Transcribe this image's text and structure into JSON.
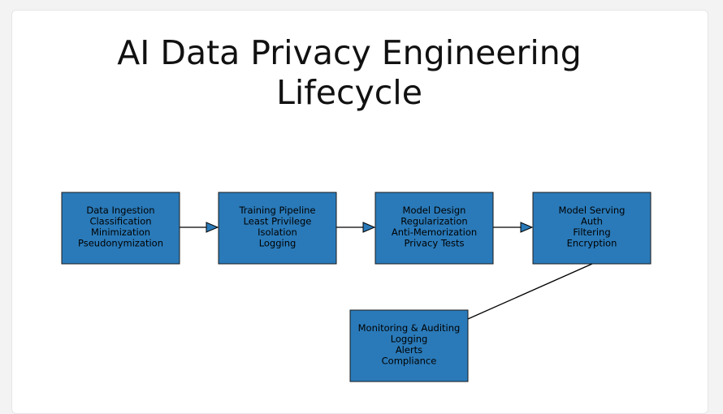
{
  "title": {
    "line1": "AI Data Privacy Engineering",
    "line2": "Lifecycle"
  },
  "colors": {
    "node_fill": "#2a7ab9",
    "node_stroke": "#1b1b1b",
    "edge": "#000000"
  },
  "nodes": [
    {
      "id": "ingestion",
      "lines": [
        "Data Ingestion",
        "Classification",
        "Minimization",
        "Pseudonymization"
      ]
    },
    {
      "id": "training",
      "lines": [
        "Training Pipeline",
        "Least Privilege",
        "Isolation",
        "Logging"
      ]
    },
    {
      "id": "design",
      "lines": [
        "Model Design",
        "Regularization",
        "Anti-Memorization",
        "Privacy Tests"
      ]
    },
    {
      "id": "serving",
      "lines": [
        "Model Serving",
        "Auth",
        "Filtering",
        "Encryption"
      ]
    },
    {
      "id": "monitoring",
      "lines": [
        "Monitoring & Auditing",
        "Logging",
        "Alerts",
        "Compliance"
      ]
    }
  ],
  "edges": [
    {
      "from": "ingestion",
      "to": "training"
    },
    {
      "from": "training",
      "to": "design"
    },
    {
      "from": "design",
      "to": "serving"
    },
    {
      "from": "serving",
      "to": "monitoring"
    }
  ]
}
